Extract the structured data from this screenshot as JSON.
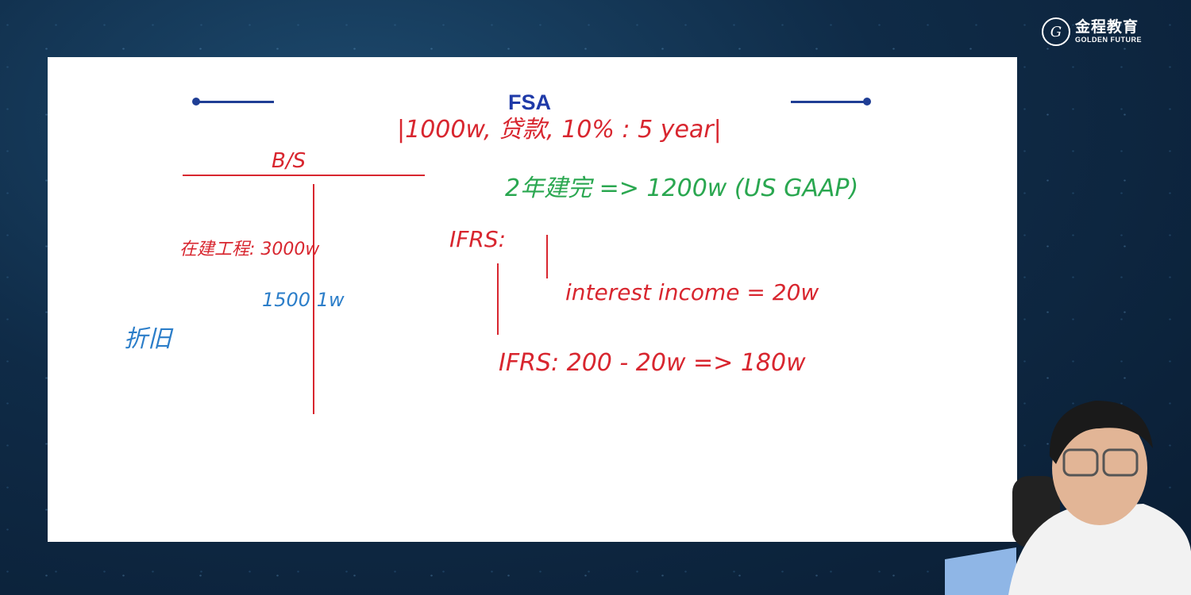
{
  "logo": {
    "brand_cn": "金程教育",
    "brand_en": "GOLDEN FUTURE",
    "seal_glyph": "G"
  },
  "slide": {
    "title": "FSA"
  },
  "annotations": {
    "line1": "|1000w, 贷款, 10% : 5 year|",
    "line2": "2年建完 => 1200w (US GAAP)",
    "ifrs1": "IFRS:",
    "interest": "interest income = 20w",
    "ifrs2": "IFRS: 200 - 20w => 180w",
    "bs": "B/S",
    "cip": "在建工程: 3000w",
    "cip2": "1500 1w",
    "depr": "折旧"
  },
  "colors": {
    "background": "#0f2b47",
    "accent": "#1f3e95",
    "ink_red": "#d8262f",
    "ink_green": "#2aa750",
    "ink_blue": "#2c7ec9"
  }
}
